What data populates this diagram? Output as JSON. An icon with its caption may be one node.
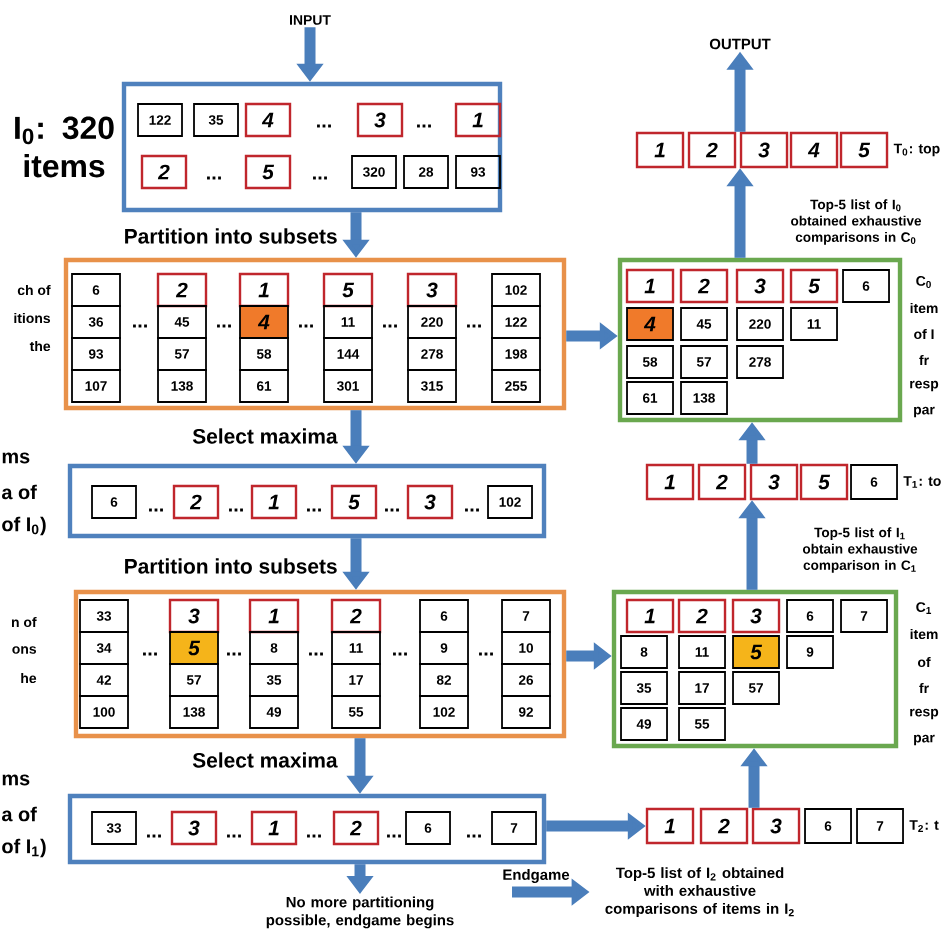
{
  "diagram": {
    "nodes": [
      {
        "text": [
          "INPUT"
        ]
      },
      {
        "text": [],
        "shape": "box",
        "beside": [
          "I$_{0}$: 320 items"
        ]
      },
      {
        "text": [
          "122"
        ],
        "in": 1
      },
      {
        "text": [
          "35"
        ],
        "in": 1
      },
      {
        "text": [
          "4"
        ],
        "in": 1
      },
      {
        "text": [
          "3"
        ],
        "in": 1
      },
      {
        "text": [
          "1"
        ],
        "in": 1
      },
      {
        "text": [
          "2"
        ],
        "in": 1
      },
      {
        "text": [
          "5"
        ],
        "in": 1
      },
      {
        "text": [
          "320"
        ],
        "in": 1
      },
      {
        "text": [
          "28"
        ],
        "in": 1
      },
      {
        "text": [
          "93"
        ],
        "in": 1
      },
      {
        "text": [],
        "shape": "box"
      },
      {
        "text": [
          "6"
        ],
        "in": 12
      },
      {
        "text": [
          "2"
        ],
        "in": 12
      },
      {
        "text": [
          "1"
        ],
        "in": 12
      },
      {
        "text": [
          "5"
        ],
        "in": 12
      },
      {
        "text": [
          "3"
        ],
        "in": 12
      },
      {
        "text": [
          "102"
        ],
        "in": 12
      },
      {
        "text": [
          "36"
        ],
        "in": 12
      },
      {
        "text": [
          "45"
        ],
        "in": 12
      },
      {
        "text": [
          "4"
        ],
        "in": 12
      },
      {
        "text": [
          "11"
        ],
        "in": 12
      },
      {
        "text": [
          "220"
        ],
        "in": 12
      },
      {
        "text": [
          "122"
        ],
        "in": 12
      },
      {
        "text": [
          "93"
        ],
        "in": 12
      },
      {
        "text": [
          "57"
        ],
        "in": 12
      },
      {
        "text": [
          "58"
        ],
        "in": 12
      },
      {
        "text": [
          "144"
        ],
        "in": 12
      },
      {
        "text": [
          "278"
        ],
        "in": 12
      },
      {
        "text": [
          "198"
        ],
        "in": 12
      },
      {
        "text": [
          "107"
        ],
        "in": 12
      },
      {
        "text": [
          "138"
        ],
        "in": 12
      },
      {
        "text": [
          "61"
        ],
        "in": 12
      },
      {
        "text": [
          "301"
        ],
        "in": 12
      },
      {
        "text": [
          "315"
        ],
        "in": 12
      },
      {
        "text": [
          "255"
        ],
        "in": 12
      },
      {
        "text": [],
        "shape": "box"
      },
      {
        "text": [
          "6"
        ],
        "in": 37
      },
      {
        "text": [
          "2"
        ],
        "in": 37
      },
      {
        "text": [
          "1"
        ],
        "in": 37
      },
      {
        "text": [
          "5"
        ],
        "in": 37
      },
      {
        "text": [
          "3"
        ],
        "in": 37
      },
      {
        "text": [
          "102"
        ],
        "in": 37
      },
      {
        "text": [],
        "shape": "box"
      },
      {
        "text": [
          "33"
        ],
        "in": 44
      },
      {
        "text": [
          "3"
        ],
        "in": 44
      },
      {
        "text": [
          "1"
        ],
        "in": 44
      },
      {
        "text": [
          "2"
        ],
        "in": 44
      },
      {
        "text": [
          "6"
        ],
        "in": 44
      },
      {
        "text": [
          "7"
        ],
        "in": 44
      },
      {
        "text": [
          "34"
        ],
        "in": 44
      },
      {
        "text": [
          "5"
        ],
        "in": 44
      },
      {
        "text": [
          "8"
        ],
        "in": 44
      },
      {
        "text": [
          "11"
        ],
        "in": 44
      },
      {
        "text": [
          "9"
        ],
        "in": 44
      },
      {
        "text": [
          "10"
        ],
        "in": 44
      },
      {
        "text": [
          "42"
        ],
        "in": 44
      },
      {
        "text": [
          "57"
        ],
        "in": 44
      },
      {
        "text": [
          "35"
        ],
        "in": 44
      },
      {
        "text": [
          "17"
        ],
        "in": 44
      },
      {
        "text": [
          "82"
        ],
        "in": 44
      },
      {
        "text": [
          "26"
        ],
        "in": 44
      },
      {
        "text": [
          "100"
        ],
        "in": 44
      },
      {
        "text": [
          "138"
        ],
        "in": 44
      },
      {
        "text": [
          "49"
        ],
        "in": 44
      },
      {
        "text": [
          "55"
        ],
        "in": 44
      },
      {
        "text": [
          "102"
        ],
        "in": 44
      },
      {
        "text": [
          "92"
        ],
        "in": 44
      },
      {
        "text": [],
        "shape": "box"
      },
      {
        "text": [
          "33"
        ],
        "in": 69
      },
      {
        "text": [
          "3"
        ],
        "in": 69
      },
      {
        "text": [
          "1"
        ],
        "in": 69
      },
      {
        "text": [
          "2"
        ],
        "in": 69
      },
      {
        "text": [
          "6"
        ],
        "in": 69
      },
      {
        "text": [
          "7"
        ],
        "in": 69
      },
      {
        "text": [
          "No more partitioning possible, endgame begins"
        ]
      },
      {
        "text": [
          "OUTPUT"
        ]
      },
      {
        "text": [
          "1"
        ]
      },
      {
        "text": [
          "2"
        ]
      },
      {
        "text": [
          "3"
        ]
      },
      {
        "text": [
          "4"
        ]
      },
      {
        "text": [
          "5"
        ],
        "beside": [
          "T$_{0}$: top"
        ]
      },
      {
        "text": [],
        "shape": "box"
      },
      {
        "text": [
          "1"
        ],
        "in": 83
      },
      {
        "text": [
          "2"
        ],
        "in": 83
      },
      {
        "text": [
          "3"
        ],
        "in": 83
      },
      {
        "text": [
          "5"
        ],
        "in": 83
      },
      {
        "text": [
          "6"
        ],
        "in": 83
      },
      {
        "text": [
          "4"
        ],
        "in": 83
      },
      {
        "text": [
          "45"
        ],
        "in": 83
      },
      {
        "text": [
          "220"
        ],
        "in": 83
      },
      {
        "text": [
          "11"
        ],
        "in": 83
      },
      {
        "text": [
          "58"
        ],
        "in": 83
      },
      {
        "text": [
          "57"
        ],
        "in": 83
      },
      {
        "text": [
          "278"
        ],
        "in": 83
      },
      {
        "text": [
          "61"
        ],
        "in": 83
      },
      {
        "text": [
          "138"
        ],
        "in": 83
      },
      {
        "text": [
          "1"
        ]
      },
      {
        "text": [
          "2"
        ]
      },
      {
        "text": [
          "3"
        ]
      },
      {
        "text": [
          "5"
        ]
      },
      {
        "text": [
          "6"
        ],
        "beside": [
          "T$_{1}$: to"
        ]
      },
      {
        "text": [],
        "shape": "box"
      },
      {
        "text": [
          "1"
        ],
        "in": 103
      },
      {
        "text": [
          "2"
        ],
        "in": 103
      },
      {
        "text": [
          "3"
        ],
        "in": 103
      },
      {
        "text": [
          "6"
        ],
        "in": 103
      },
      {
        "text": [
          "7"
        ],
        "in": 103
      },
      {
        "text": [
          "8"
        ],
        "in": 103
      },
      {
        "text": [
          "11"
        ],
        "in": 103
      },
      {
        "text": [
          "5"
        ],
        "in": 103
      },
      {
        "text": [
          "9"
        ],
        "in": 103
      },
      {
        "text": [
          "35"
        ],
        "in": 103
      },
      {
        "text": [
          "17"
        ],
        "in": 103
      },
      {
        "text": [
          "57"
        ],
        "in": 103
      },
      {
        "text": [
          "49"
        ],
        "in": 103
      },
      {
        "text": [
          "55"
        ],
        "in": 103
      },
      {
        "text": [
          "1"
        ]
      },
      {
        "text": [
          "2"
        ]
      },
      {
        "text": [
          "3"
        ]
      },
      {
        "text": [
          "6"
        ]
      },
      {
        "text": [
          "7"
        ],
        "beside": [
          "T$_{2}$: t"
        ]
      },
      {
        "text": [
          "Top-5 list of I$_{2}$ obtained with exhaustive comparisons of items in I$_{2}$"
        ]
      }
    ],
    "edges": [
      {
        "from": 0,
        "to": 1,
        "arrow": "to"
      },
      {
        "from": 1,
        "to": 12,
        "arrow": "to",
        "label": "Partition into subsets"
      },
      {
        "from": 12,
        "to": 37,
        "arrow": "to",
        "label": "Select maxima"
      },
      {
        "from": 37,
        "to": 44,
        "arrow": "to",
        "label": "Partition into subsets"
      },
      {
        "from": 44,
        "to": 69,
        "arrow": "to",
        "label": "Select maxima"
      },
      {
        "from": 69,
        "to": 76,
        "arrow": "to"
      },
      {
        "from": null,
        "to": 123,
        "arrow": "to",
        "label": "Endgame"
      },
      {
        "from": 69,
        "to": 118,
        "arrow": "to"
      },
      {
        "from": 120,
        "to": 103,
        "arrow": "to"
      },
      {
        "from": 103,
        "to": 100,
        "arrow": "to",
        "label": "Top-5 list of I$_{1}$ obtain exhaustive comparison in C$_{1}$"
      },
      {
        "from": 44,
        "to": 103,
        "arrow": "to"
      },
      {
        "from": 100,
        "to": 83,
        "arrow": "to"
      },
      {
        "from": 12,
        "to": 83,
        "arrow": "to"
      },
      {
        "from": 83,
        "to": 80,
        "arrow": "to",
        "label": "Top-5 list of I$_{0}$ obtained exhaustive comparisons in C$_{0}$"
      },
      {
        "from": 80,
        "to": 77,
        "arrow": "to"
      }
    ],
    "labels": [
      "...",
      "...",
      "...",
      "...",
      "ch of",
      "itions",
      "the",
      "...",
      "...",
      "...",
      "...",
      "...",
      "ms",
      "a of",
      "of I$_{0}$)",
      "...",
      "...",
      "...",
      "...",
      "...",
      "n of",
      "ons",
      "he",
      "...",
      "...",
      "...",
      "...",
      "...",
      "ms",
      "a of",
      "of I$_{1}$)",
      "...",
      "...",
      "...",
      "...",
      "...",
      "C$_{0}$",
      "item",
      "of I",
      "fr",
      "resp",
      "par",
      "C$_{1}$",
      "item",
      "of",
      "fr",
      "resp",
      "par"
    ]
  }
}
